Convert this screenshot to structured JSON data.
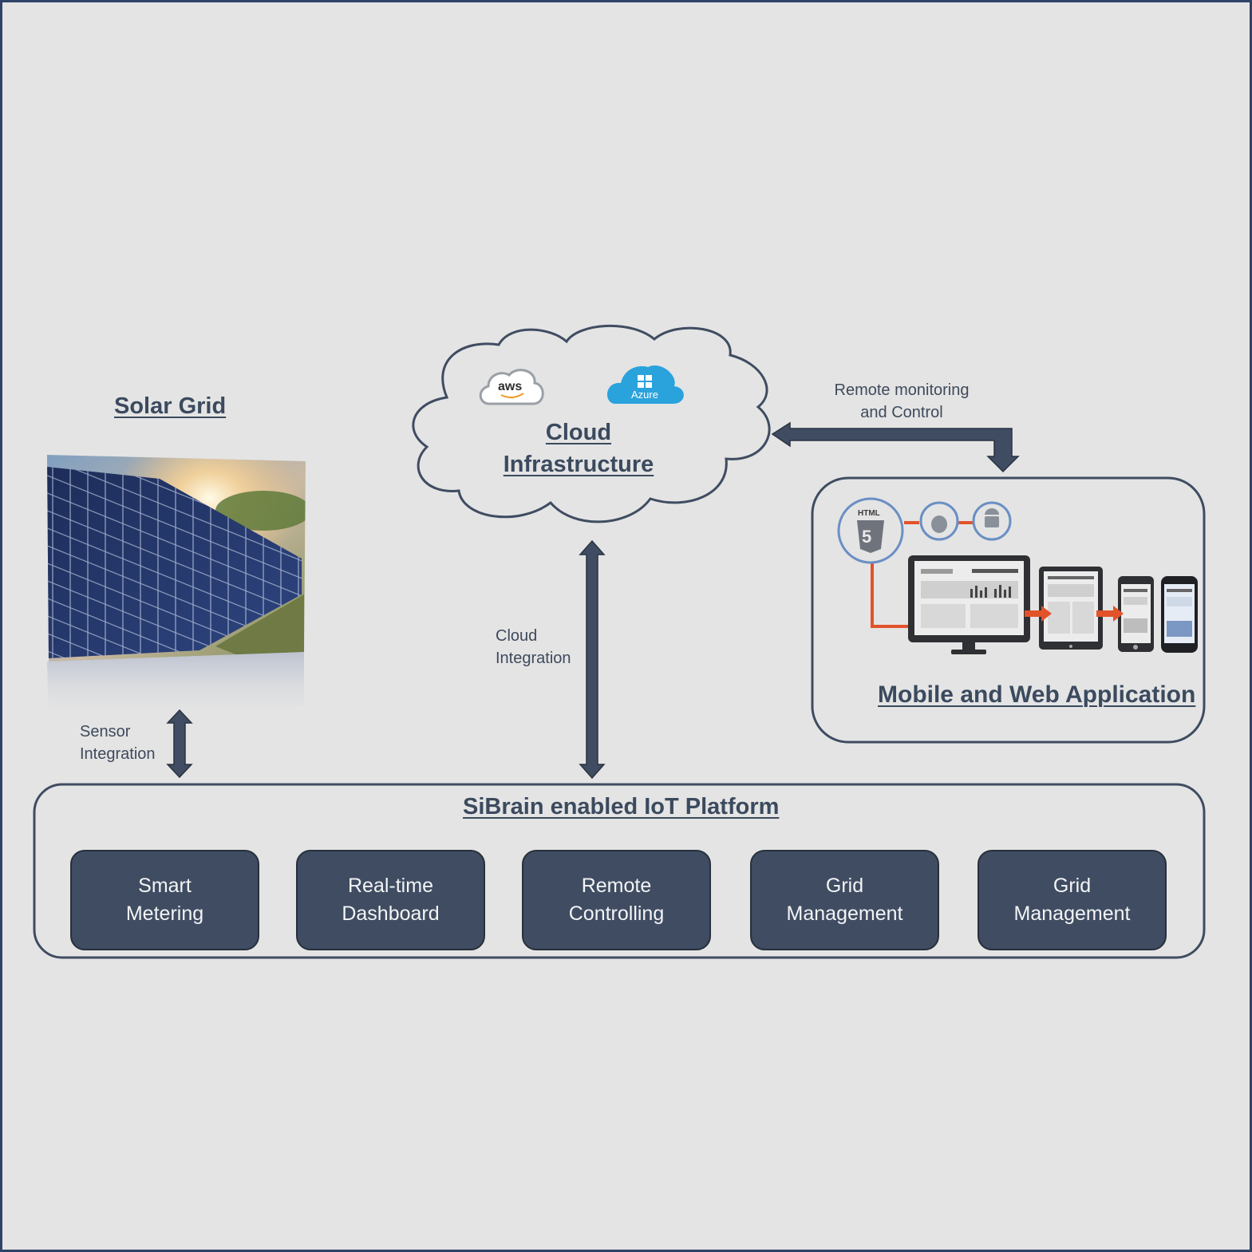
{
  "solar": {
    "title": "Solar Grid"
  },
  "cloud": {
    "title_line1": "Cloud",
    "title_line2": "Infrastructure",
    "aws_text": "aws",
    "azure_text": "Azure"
  },
  "app": {
    "title": "Mobile and Web Application",
    "html_badge": "HTML"
  },
  "connections": {
    "remote_line1": "Remote monitoring",
    "remote_line2": "and Control",
    "cloud_int_line1": "Cloud",
    "cloud_int_line2": "Integration",
    "sensor_line1": "Sensor",
    "sensor_line2": "Integration"
  },
  "platform": {
    "title": "SiBrain enabled IoT Platform",
    "modules": [
      {
        "line1": "Smart",
        "line2": "Metering"
      },
      {
        "line1": "Real-time",
        "line2": "Dashboard"
      },
      {
        "line1": "Remote",
        "line2": "Controlling"
      },
      {
        "line1": "Grid",
        "line2": "Management"
      },
      {
        "line1": "Grid",
        "line2": "Management"
      }
    ]
  },
  "colors": {
    "background": "#e4e4e4",
    "dark": "#3f4c61",
    "accent_orange": "#e2532a",
    "azure_blue": "#2aa3dc"
  }
}
